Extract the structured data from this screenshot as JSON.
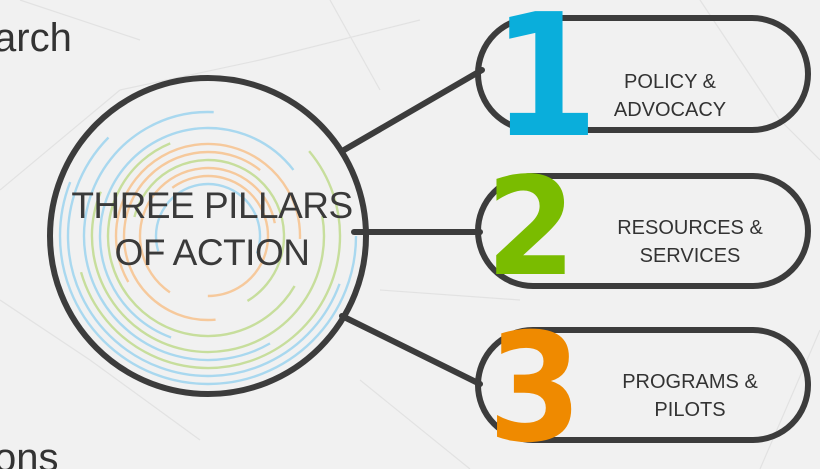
{
  "side_text": {
    "top": "arch",
    "bottom": "ons"
  },
  "center": {
    "line1": "THREE PILLARS",
    "line2": "OF ACTION"
  },
  "pillars": [
    {
      "number": "1",
      "line1": "POLICY &",
      "line2": "ADVOCACY",
      "color": "#0aaedb"
    },
    {
      "number": "2",
      "line1": "RESOURCES &",
      "line2": "SERVICES",
      "color": "#7abc00"
    },
    {
      "number": "3",
      "line1": "PROGRAMS &",
      "line2": "PILOTS",
      "color": "#ef8a00"
    }
  ],
  "colors": {
    "outline": "#3c3c3c",
    "ring_blue": "#a9d8ef",
    "ring_green": "#c7de9c",
    "ring_orange": "#f6c99c",
    "background": "#f1f1f1"
  }
}
